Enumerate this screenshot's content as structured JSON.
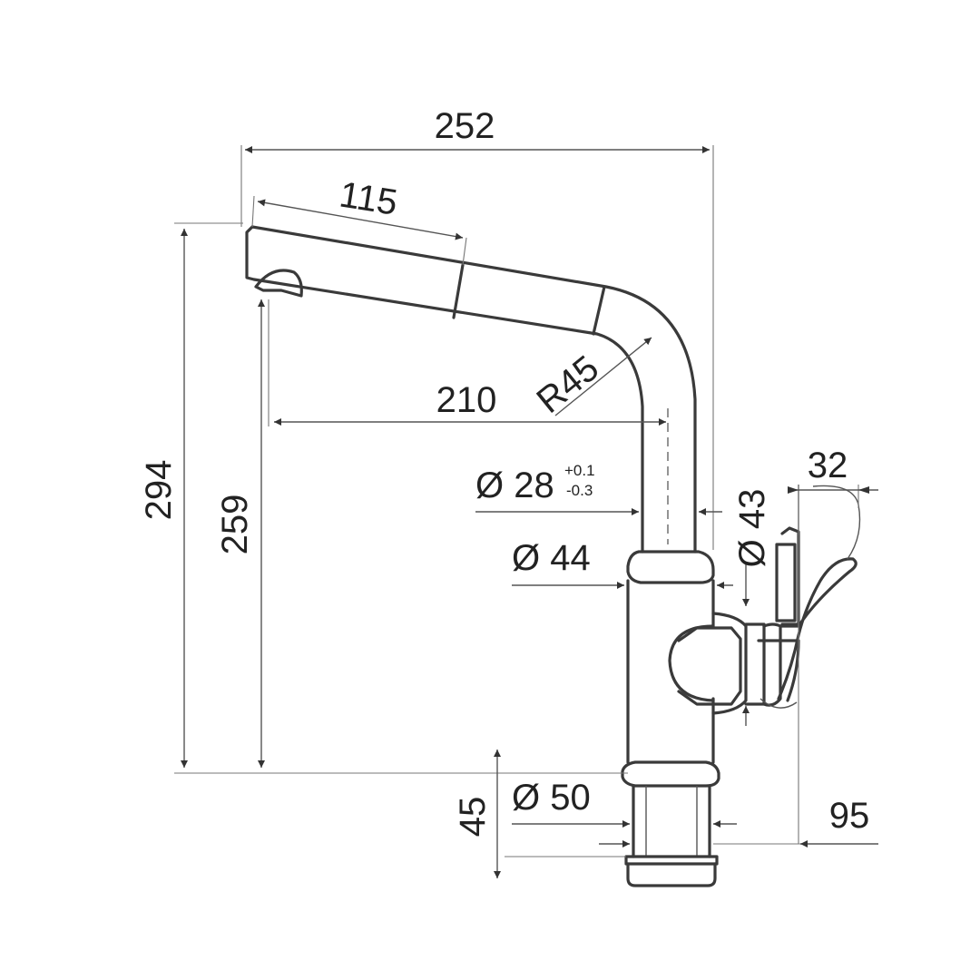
{
  "dimensions": {
    "overall_width": "252",
    "spout_length": "115",
    "spout_reach": "210",
    "bend_radius": "R45",
    "column_diameter": "Ø 28",
    "column_tolerance_upper": "+0.1",
    "column_tolerance_lower": "-0.3",
    "body_diameter": "Ø 44",
    "lever_hub_diameter": "Ø 43",
    "lever_width": "32",
    "total_height": "294",
    "outlet_height": "259",
    "shank_diameter": "Ø 50",
    "shank_height": "45",
    "lever_clearance": "95"
  },
  "colors": {
    "line": "#3a3a3a",
    "text": "#222222",
    "background": "#ffffff"
  }
}
